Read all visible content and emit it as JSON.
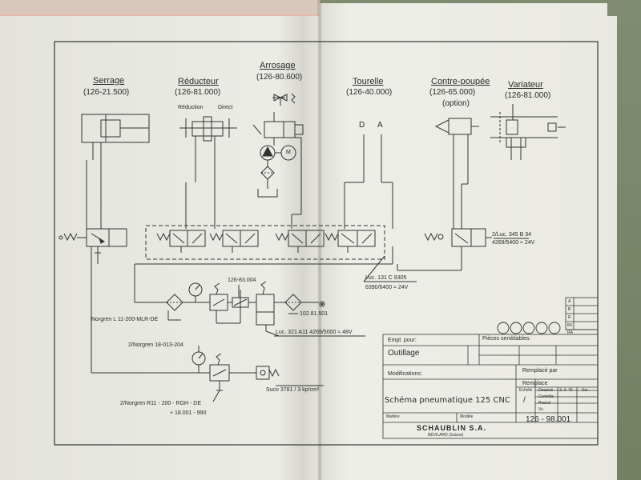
{
  "columns": {
    "serrage": {
      "title": "Serrage",
      "code": "(126-21.500)"
    },
    "reducteur": {
      "title": "Réducteur",
      "code": "(126-81.000)",
      "reduction": "Réduction",
      "direct": "Direct"
    },
    "arrosage": {
      "title": "Arrosage",
      "code": "(126-80.600)",
      "motor": "M"
    },
    "tourelle": {
      "title": "Tourelle",
      "code": "(126-40.000)",
      "d": "D",
      "a": "A"
    },
    "contre_poupee": {
      "title": "Contre-poupée",
      "code": "(126-65.000)",
      "option": "(option)"
    },
    "variateur": {
      "title": "Variateur",
      "code": "(126-81.000)"
    }
  },
  "labels": {
    "luc_345_1": "2/Luc. 345 B 34",
    "luc_345_2": "4269/5400 ≈ 24V",
    "luc_131_1": "Luc. 131 C 9305",
    "luc_131_2": "6390/6400 ≈ 24V",
    "code_126_83": "126-83.004",
    "norgren_l11": "Norgren L 11-200-MLR-DE",
    "code_102": "102.81.501",
    "luc_321": "Luc. 321 A11 4269/5000 ≈ 48V",
    "norgren_18": "2/Norgren 18-013-204",
    "norgren_r11": "2/Norgren R11 - 200 - RGH - DE",
    "code_18001": "+ 18.001 - 990",
    "suco": "Suco 3781 / 3 kp/cm²"
  },
  "title_block": {
    "empl_pour": "Empl. pour:",
    "pieces_semblables": "Pièces semblables:",
    "outillage": "Outillage",
    "remplace_par": "Remplacé par",
    "modifications": "Modifications:",
    "remplace": "Remplace",
    "echelle": "Echelle",
    "echelle_value": "/",
    "dessine": "Dessiné",
    "dessine_value": "3. 3. 76",
    "dessine_initials": "Gw",
    "controle": "Contrôle",
    "poscol": "Poscol",
    "vu": "Vu",
    "title": "Schéma pneumatique 125 CNC",
    "matiere": "Matière",
    "modele": "Modèle",
    "company": "SCHAUBLIN S.A.",
    "city": "BÉVILARD (Suisse)",
    "number": "126 - 98.001",
    "rev_a": "A",
    "rev_b": "B",
    "rev_r": "R",
    "rev_bx": "BX",
    "rev_ra": "RA"
  }
}
